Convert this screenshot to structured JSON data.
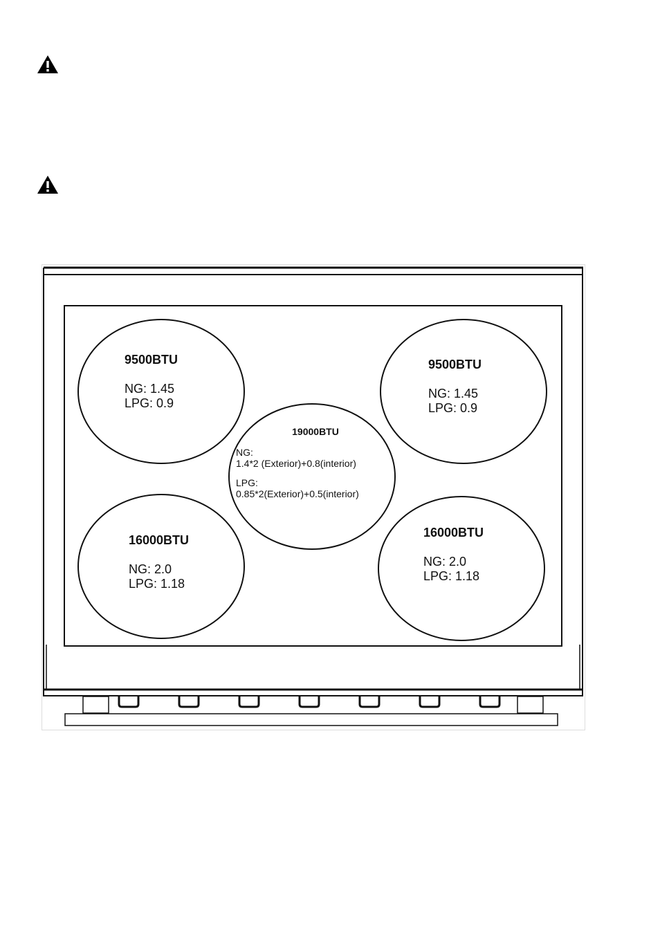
{
  "warnings": [
    {
      "icon": "warning-triangle-icon"
    },
    {
      "icon": "warning-triangle-icon"
    }
  ],
  "burners": {
    "top_left": {
      "btu": "9500BTU",
      "ng": "NG: 1.45",
      "lpg": "LPG: 0.9"
    },
    "top_right": {
      "btu": "9500BTU",
      "ng": "NG: 1.45",
      "lpg": "LPG: 0.9"
    },
    "bottom_left": {
      "btu": "16000BTU",
      "ng": "NG: 2.0",
      "lpg": "LPG: 1.18"
    },
    "bottom_right": {
      "btu": "16000BTU",
      "ng": "NG: 2.0",
      "lpg": "LPG: 1.18"
    },
    "center": {
      "btu": "19000BTU",
      "ng_label": "NG:",
      "ng_value": "1.4*2 (Exterior)+0.8(interior)",
      "lpg_label": "LPG:",
      "lpg_value": "0.85*2(Exterior)+0.5(interior)"
    }
  },
  "knob_count": 7
}
